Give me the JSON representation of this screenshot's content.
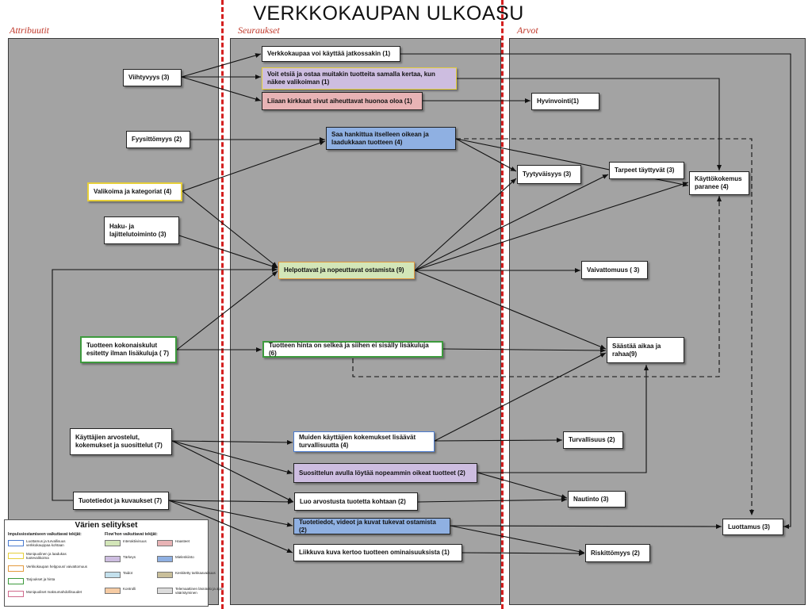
{
  "title": "VERKKOKAUPAN ULKOASU",
  "columns": {
    "attributes": "Attribuutit",
    "consequences": "Seuraukset",
    "values": "Arvot"
  },
  "nodes": {
    "viihtyvyys": "Viihtyvyys (3)",
    "fyysittomyys": "Fyysittömyys (2)",
    "valikoima": "Valikoima ja kategoriat (4)",
    "haku": "Haku- ja lajittelutoiminto (3)",
    "kokonaiskulut": "Tuotteen kokonaiskulut esitetty ilman lisäkuluja ( 7)",
    "arvostelut": "Käyttäjien arvostelut, kokemukset ja suosittelut (7)",
    "tuotetiedot": "Tuotetiedot ja kuvaukset (7)",
    "jatkossakin": "Verkkokaupaa voi käyttää jatkossakin (1)",
    "etsia": "Voit etsiä ja ostaa muitakin tuotteita samalla kertaa, kun näkee valikoiman (1)",
    "kirkkaat": "Liiaan kirkkaat sivut aiheuttavat huonoa oloa (1)",
    "hankittua": "Saa hankittua itselleen oikean ja laadukkaan tuotteen (4)",
    "helpottavat": "Helpottavat ja nopeuttavat ostamista (9)",
    "hinta": "Tuotteen hinta on selkeä ja siihen ei sisälly lisäkuluja (6)",
    "muiden": "Muiden käyttäjien kokemukset lisäävät turvallisuutta (4)",
    "suosittelun": "Suosittelun avulla löytää nopeammin oikeat tuotteet (2)",
    "luo": "Luo arvostusta tuotetta kohtaan (2)",
    "videot": "Tuotetiedot, videot ja kuvat tukevat ostamista (2)",
    "liikkuva": "Liikkuva kuva kertoo tuotteen ominaisuuksista (1)",
    "hyvinvointi": "Hyvinvointi(1)",
    "tyytyvaisyys": "Tyytyväisyys (3)",
    "tarpeet": "Tarpeet täyttyvät (3)",
    "kayttokokemus": "Käyttökokemus paranee (4)",
    "vaivattomuus": "Vaivattomuus ( 3)",
    "saastaa": "Säästää aikaa ja rahaa(9)",
    "turvallisuus": "Turvallisuus (2)",
    "nautinto": "Nautinto (3)",
    "luottamus": "Luottamus (3)",
    "riskittomyys": "Riskittömyys (2)"
  },
  "legend": {
    "title": "Värien selitykset",
    "impulse_heading": "Impulssiostamiseen vaikuttavat tekijät:",
    "flow_heading": "Flow'hon vaikuttavat tekijät:",
    "impulse_items": [
      {
        "label": "Luottamus ja turvallisuus verkkokauppaa kohtaan",
        "color": "#4a7bd0"
      },
      {
        "label": "Monipuolinen ja laadukas tuotevalikoima",
        "color": "#e6cf3a"
      },
      {
        "label": "Verkkokaupan helppous/ vaivattomuus",
        "color": "#e39a3e"
      },
      {
        "label": "Tarjoukset ja hinta",
        "color": "#3d9a3d"
      },
      {
        "label": "Monipuoliset maksumahdollisuudet",
        "color": "#d06a8c"
      }
    ],
    "flow_items": [
      {
        "label": "Interaktiivisuus",
        "color": "#d3e6b8"
      },
      {
        "label": "Tärkeys",
        "color": "#cdbde0"
      },
      {
        "label": "Taidot",
        "color": "#c3e0ec"
      },
      {
        "label": "Kontrolli",
        "color": "#f6cba3"
      },
      {
        "label": "Haasteet",
        "color": "#e8b3b5"
      },
      {
        "label": "Mielenkiinto",
        "color": "#8fb0e2"
      },
      {
        "label": "Keskitetty tarkkaavaisuus",
        "color": "#c9bf9a"
      },
      {
        "label": "Telemaattinen läsnäolo ja ajan vääristyminen",
        "color": "#dcdcdc"
      }
    ]
  },
  "colors": {
    "panel": "#a3a3a3",
    "divider": "#d42020",
    "column_title": "#c0392b",
    "purple_fill": "#cdbde0",
    "pink_fill": "#e8b3b5",
    "blue_fill": "#8fb0e2",
    "green_fill": "#d3e6b8",
    "yellow_border": "#e6cf3a",
    "green_border": "#3d9a3d",
    "blue_border": "#4a7bd0",
    "orange_border": "#e39a3e",
    "pink_border": "#d06a8c"
  }
}
